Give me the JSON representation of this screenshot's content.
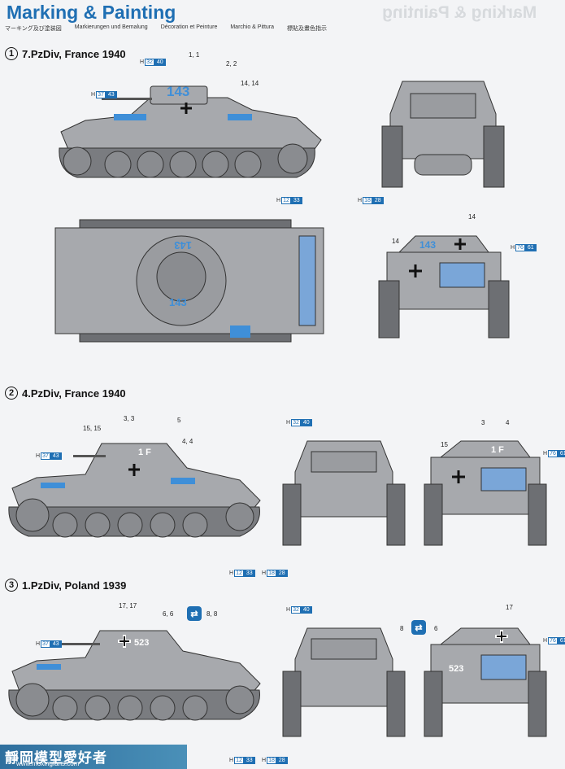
{
  "header": {
    "title": "Marking & Painting",
    "subtitles": [
      "マーキング及び塗装図",
      "Markierungen und Bemalung",
      "Décoration et Peinture",
      "Marchio & Pittura",
      "標貼及畫色指示"
    ],
    "ghost_title": "Marking & Painting"
  },
  "sections": [
    {
      "number": "1",
      "label": "7.PzDiv, France 1940"
    },
    {
      "number": "2",
      "label": "4.PzDiv, France 1940"
    },
    {
      "number": "3",
      "label": "1.PzDiv, Poland 1939"
    }
  ],
  "tank_numbers": {
    "s1_side": "143",
    "s1_top_a": "143",
    "s1_top_b": "143",
    "s1_rear": "143",
    "s2_turret": "1 F",
    "s2_rear": "1 F",
    "s3_side": "523",
    "s3_rear": "523"
  },
  "callouts": {
    "s1_c1": "1, 1",
    "s1_c2": "2, 2",
    "s1_c14a": "14, 14",
    "s1_c14b": "14",
    "s1_c14c": "14",
    "s2_c3": "3, 3",
    "s2_c5": "5",
    "s2_c15a": "15, 15",
    "s2_c4": "4, 4",
    "s2_r3": "3",
    "s2_r4": "4",
    "s2_r15": "15",
    "s3_c17": "17, 17",
    "s3_c6": "6, 6",
    "s3_c8": "8, 8",
    "s3_r17": "17",
    "s3_r8": "8",
    "s3_r6": "6"
  },
  "paint_codes": {
    "h": "H",
    "c3740_a": "37",
    "c3740_b": "43",
    "c3240_a": "32",
    "c3240_b": "40",
    "c1233_a": "12",
    "c1233_b": "33",
    "c1828_a": "18",
    "c1828_b": "28",
    "c7661_a": "76",
    "c7661_b": "61"
  },
  "watermark": {
    "logo": "靜岡模型愛好者",
    "url": "www.moxingfans.com"
  },
  "colors": {
    "accent": "#1f6fb3",
    "tank_grey": "#a7a9ad",
    "dark": "#4a4c50",
    "marking_blue": "#3f8fd8"
  }
}
